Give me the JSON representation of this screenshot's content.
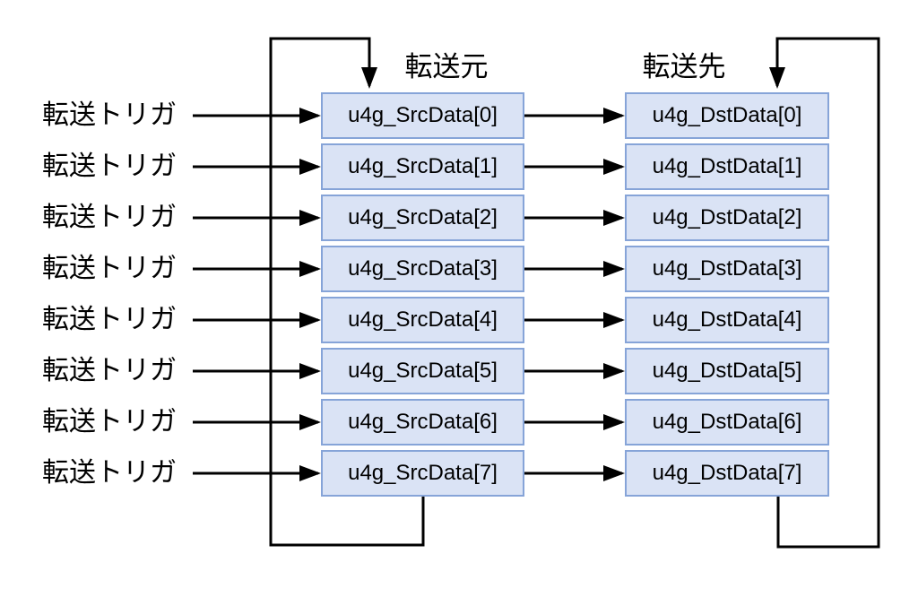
{
  "headers": {
    "src": "転送元",
    "dst": "転送先"
  },
  "rows": [
    {
      "trigger": "転送トリガ",
      "src": "u4g_SrcData[0]",
      "dst": "u4g_DstData[0]"
    },
    {
      "trigger": "転送トリガ",
      "src": "u4g_SrcData[1]",
      "dst": "u4g_DstData[1]"
    },
    {
      "trigger": "転送トリガ",
      "src": "u4g_SrcData[2]",
      "dst": "u4g_DstData[2]"
    },
    {
      "trigger": "転送トリガ",
      "src": "u4g_SrcData[3]",
      "dst": "u4g_DstData[3]"
    },
    {
      "trigger": "転送トリガ",
      "src": "u4g_SrcData[4]",
      "dst": "u4g_DstData[4]"
    },
    {
      "trigger": "転送トリガ",
      "src": "u4g_SrcData[5]",
      "dst": "u4g_DstData[5]"
    },
    {
      "trigger": "転送トリガ",
      "src": "u4g_SrcData[6]",
      "dst": "u4g_DstData[6]"
    },
    {
      "trigger": "転送トリガ",
      "src": "u4g_SrcData[7]",
      "dst": "u4g_DstData[7]"
    }
  ],
  "colors": {
    "box_fill": "#dae3f5",
    "box_border": "#86a4d8",
    "line": "#000000"
  }
}
